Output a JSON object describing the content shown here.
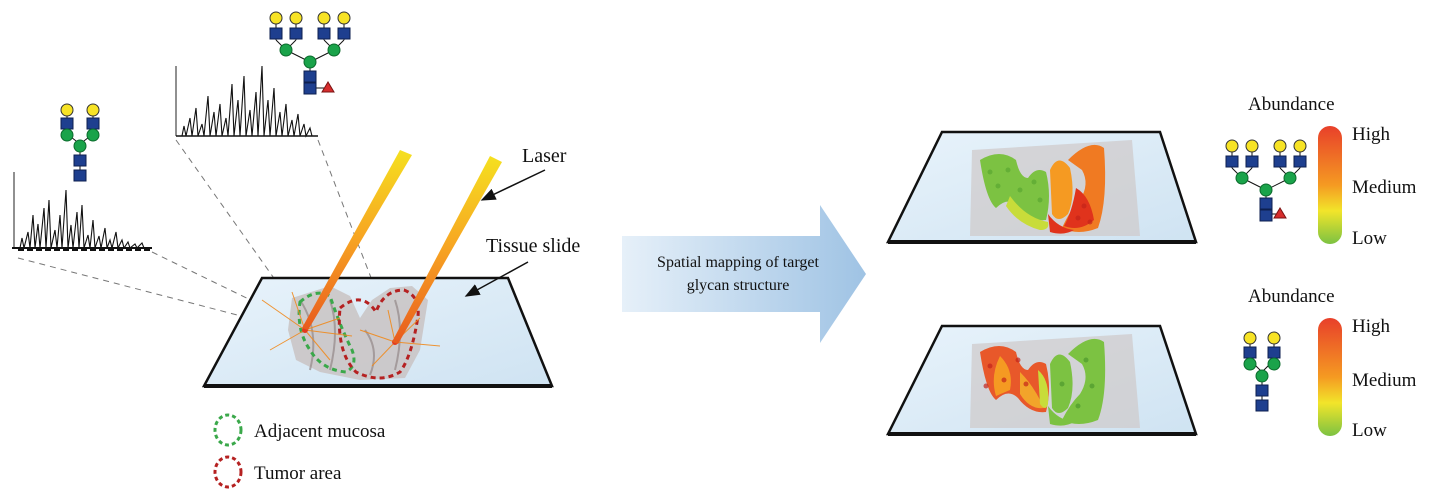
{
  "labels": {
    "laser": "Laser",
    "tissue_slide": "Tissue slide",
    "arrow_line1": "Spatial mapping of target",
    "arrow_line2": "glycan structure"
  },
  "legend": {
    "adjacent": "Adjacent mucosa",
    "tumor": "Tumor area"
  },
  "scale_top": {
    "title": "Abundance",
    "high": "High",
    "medium": "Medium",
    "low": "Low"
  },
  "scale_bottom": {
    "title": "Abundance",
    "high": "High",
    "medium": "Medium",
    "low": "Low"
  },
  "colors": {
    "galactose": "#f7e325",
    "glcnac": "#1e3f8f",
    "mannose": "#1aa34a",
    "fucose": "#d62d2d",
    "adjacent_outline": "#3aa84a",
    "tumor_outline": "#b52121",
    "high": "#e8402a",
    "medium": "#f59a22",
    "low": "#7cc242",
    "arrow": "#a9cbe8"
  }
}
